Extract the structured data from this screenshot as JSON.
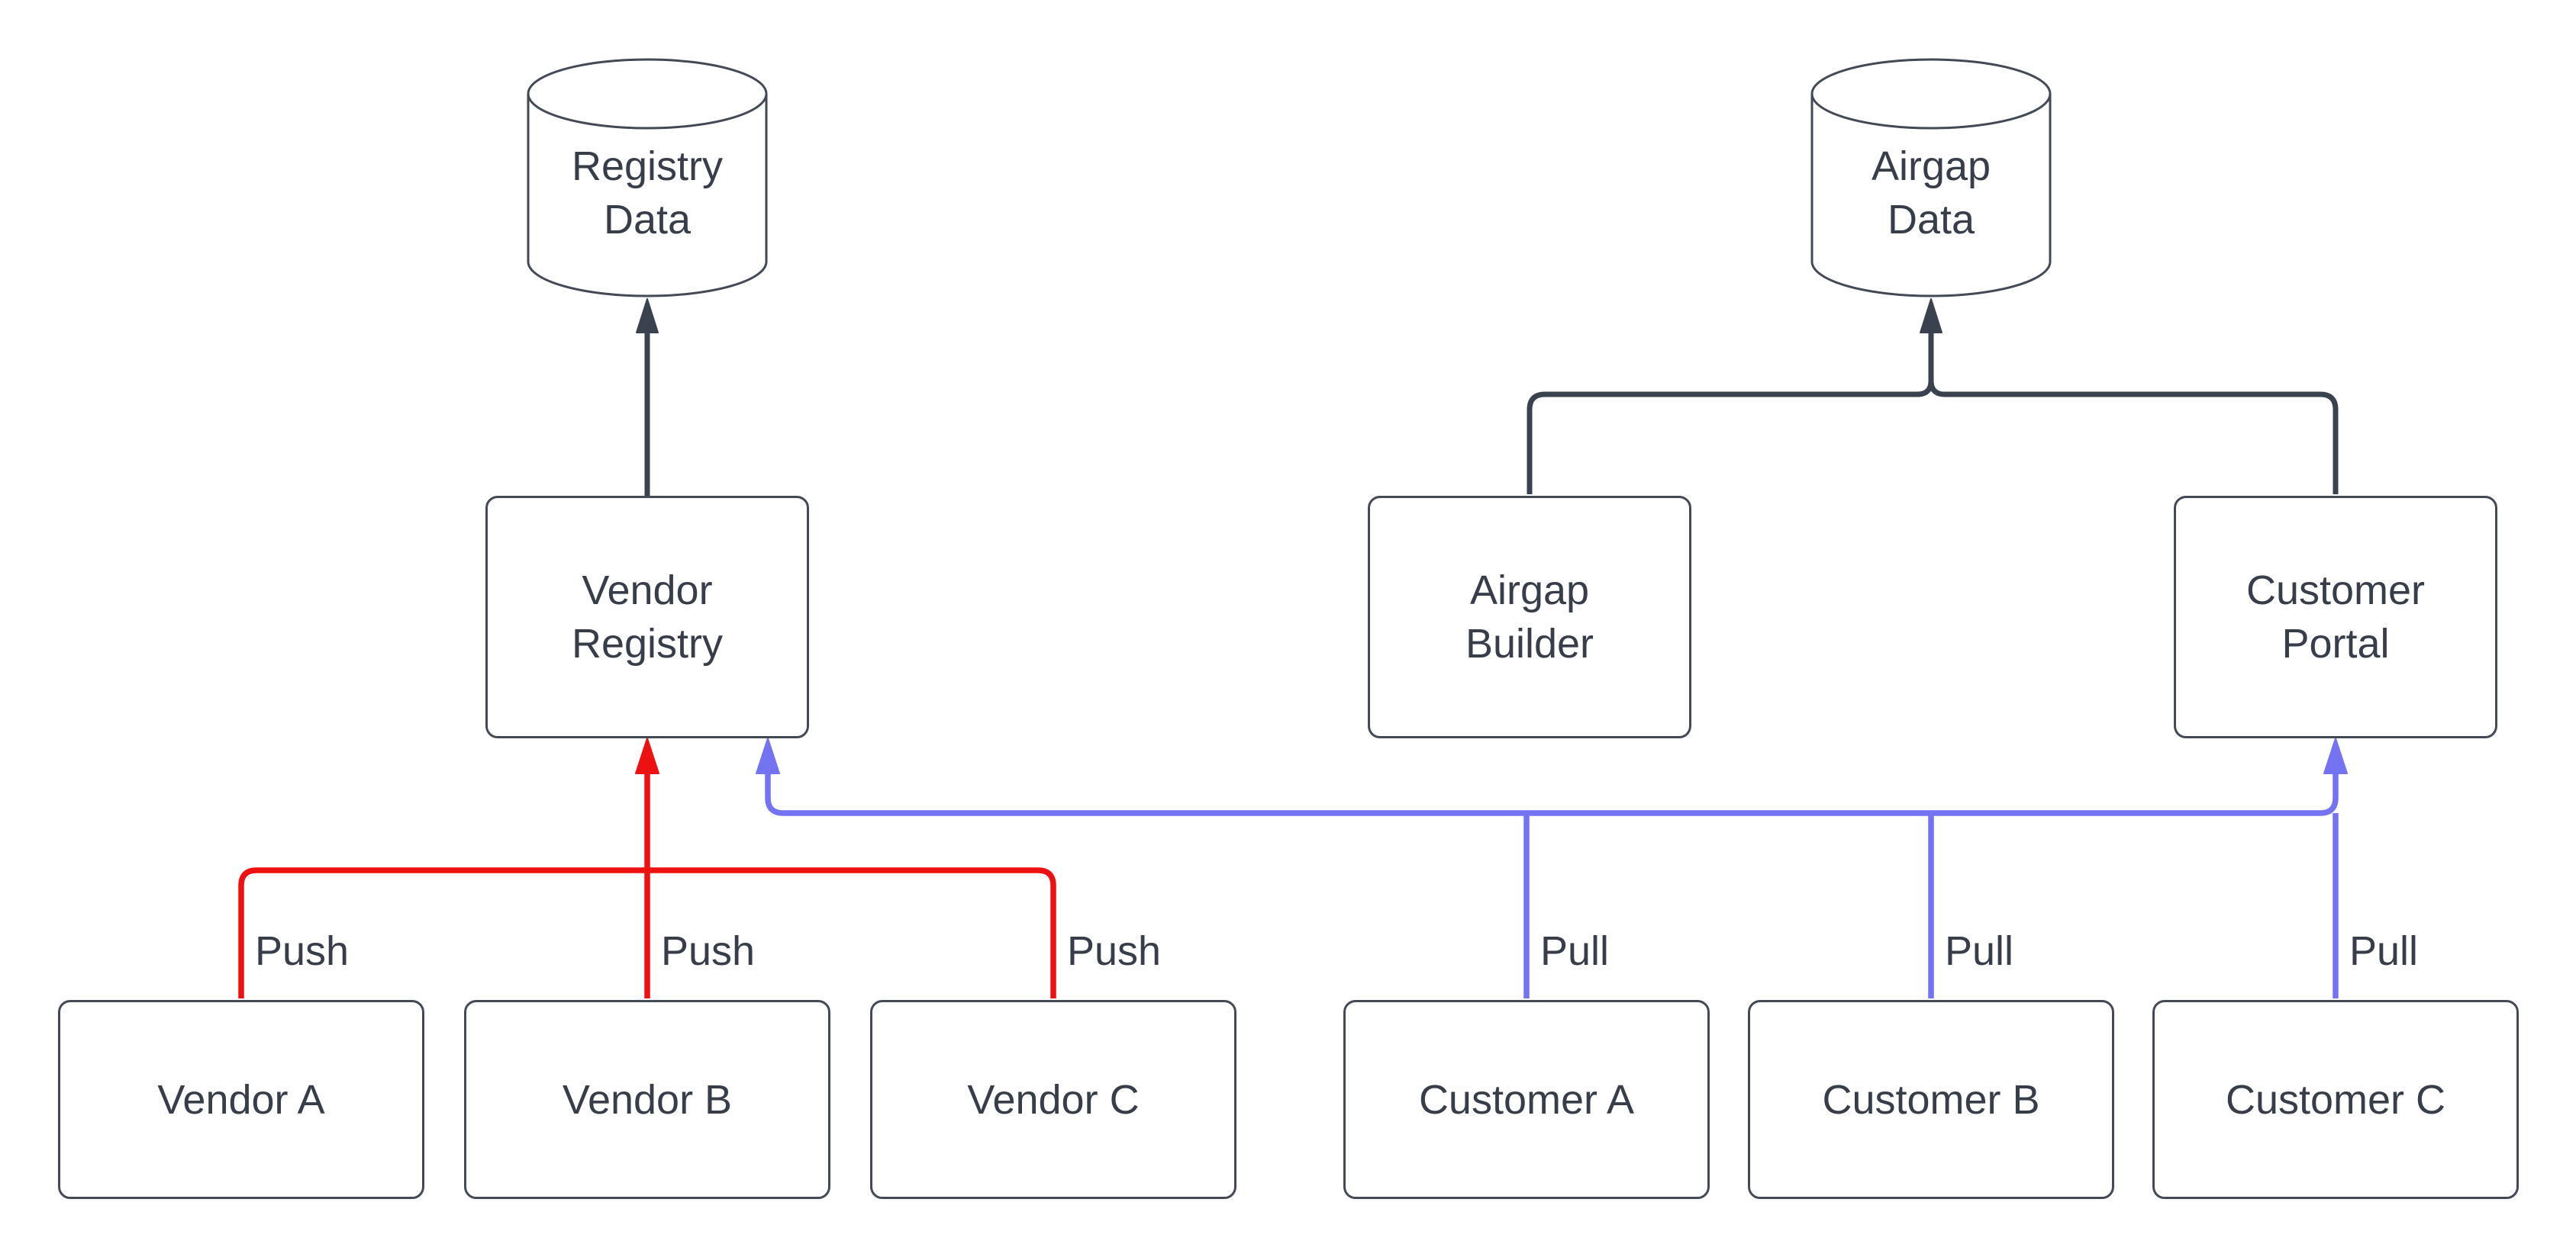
{
  "diagram": {
    "colors": {
      "push": "#ee1111",
      "pull": "#7474f3",
      "flow": "#3a414f",
      "node_border": "#434a56",
      "node_fill": "#ffffff",
      "text": "#373e4a",
      "background": "#ffffff"
    },
    "datastores": [
      {
        "id": "registry-data",
        "line1": "Registry",
        "line2": "Data"
      },
      {
        "id": "airgap-data",
        "line1": "Airgap",
        "line2": "Data"
      }
    ],
    "services": [
      {
        "id": "vendor-registry",
        "line1": "Vendor",
        "line2": "Registry"
      },
      {
        "id": "airgap-builder",
        "line1": "Airgap",
        "line2": "Builder"
      },
      {
        "id": "customer-portal",
        "line1": "Customer",
        "line2": "Portal"
      }
    ],
    "vendors": [
      {
        "label": "Vendor A"
      },
      {
        "label": "Vendor B"
      },
      {
        "label": "Vendor C"
      }
    ],
    "customers": [
      {
        "label": "Customer A"
      },
      {
        "label": "Customer B"
      },
      {
        "label": "Customer C"
      }
    ],
    "edge_labels": {
      "push": [
        {
          "label": "Push"
        },
        {
          "label": "Push"
        },
        {
          "label": "Push"
        }
      ],
      "pull": [
        {
          "label": "Pull"
        },
        {
          "label": "Pull"
        },
        {
          "label": "Pull"
        }
      ]
    }
  }
}
